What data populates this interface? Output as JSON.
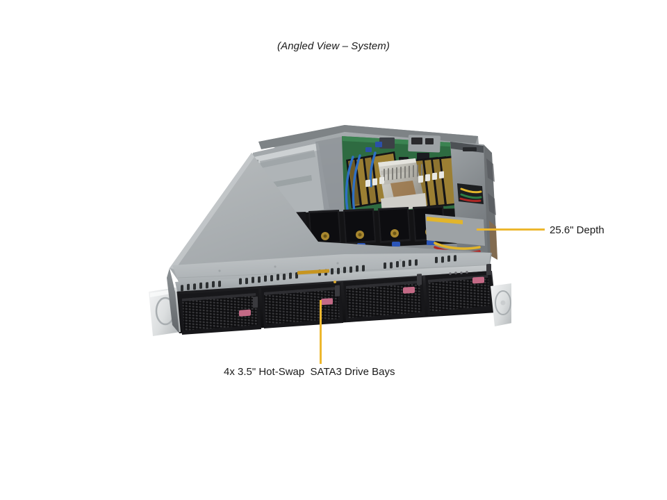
{
  "figure": {
    "caption": "(Angled View – System)",
    "product_type": "1U rackmount server chassis",
    "view": "angled"
  },
  "callouts": [
    {
      "id": "depth",
      "label": "25.6\" Depth",
      "leader_color": "#EDB72E",
      "leader_orientation": "horizontal",
      "points_to": "chassis-rear-right-side"
    },
    {
      "id": "drive-bays",
      "label": "4x 3.5\" Hot-Swap  SATA3 Drive Bays",
      "leader_color": "#EDB72E",
      "leader_orientation": "vertical",
      "points_to": "front-drive-bay-row"
    }
  ],
  "colors": {
    "background": "#FFFFFF",
    "text": "#1A1A1A",
    "leader_accent": "#EDB72E",
    "chassis_light_grey": "#B9BDBF",
    "chassis_mid_grey": "#8E9396",
    "chassis_dark_grey": "#5E6265",
    "bezel_black": "#1B1B1D",
    "drive_latch_pink": "#C46A86",
    "pcb_green": "#2E6B41",
    "heatsink_silver": "#C9C8C2",
    "fan_black": "#141416",
    "cable_yellow": "#E2B52B",
    "cable_red": "#B12724",
    "rack_ear_white": "#E6E8E9"
  },
  "server": {
    "front_panel": {
      "drive_bay_count": 4,
      "drive_bay_size": "3.5\"",
      "drive_bay_interface": "SATA3",
      "hot_swap": true,
      "latch_color": "#C46A86",
      "vent_style": "perforated-mesh",
      "rack_ears": 2
    },
    "interior": {
      "fan_count": 5,
      "fan_hub_color": "#A8872E",
      "cpu_heatsink_count": 1,
      "dimm_slot_banks": 2,
      "motherboard_color": "#2E6B41",
      "psu_bay": "rear-right",
      "cable_bundle_colors": [
        "#E2B52B",
        "#B12724",
        "#111111"
      ]
    }
  }
}
